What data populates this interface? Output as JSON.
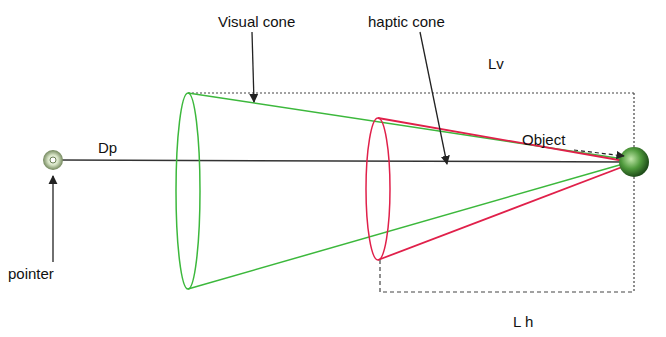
{
  "diagram": {
    "labels": [
      "Visual cone",
      "haptic cone",
      "Lv",
      "Dp",
      "Object",
      "pointer",
      "L h"
    ]
  }
}
